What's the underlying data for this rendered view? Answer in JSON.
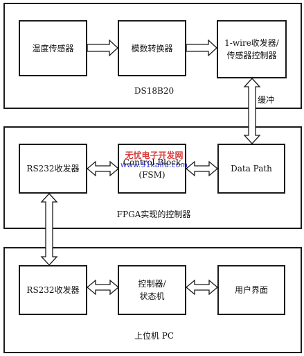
{
  "colors": {
    "line": "#1a1a1a",
    "arrow_fill": "#ffffff",
    "watermark_cn": "#d41a1a",
    "watermark_url": "#1a1ad4"
  },
  "groups": {
    "ds18b20": {
      "label": "DS18B20"
    },
    "fpga": {
      "label": "FPGA实现的控制器"
    },
    "pc": {
      "label": "上位机 PC"
    }
  },
  "blocks": {
    "temp_sensor": {
      "label": "温度传感器"
    },
    "adc": {
      "label": "模数转换器"
    },
    "onewire": {
      "label": "1-wire收发器/\n传感器控制器"
    },
    "rs232_fpga": {
      "label": "RS232收发器"
    },
    "control_block": {
      "label": "Control Block\n(FSM)"
    },
    "data_path": {
      "label": "Data Path"
    },
    "rs232_pc": {
      "label": "RS232收发器"
    },
    "controller_fsm": {
      "label": "控制器/\n状态机"
    },
    "ui": {
      "label": "用户界面"
    }
  },
  "annotations": {
    "buffer": "缓冲"
  },
  "watermark": {
    "cn": "无忧电子开发网",
    "url": "www.51kaifa.com"
  }
}
